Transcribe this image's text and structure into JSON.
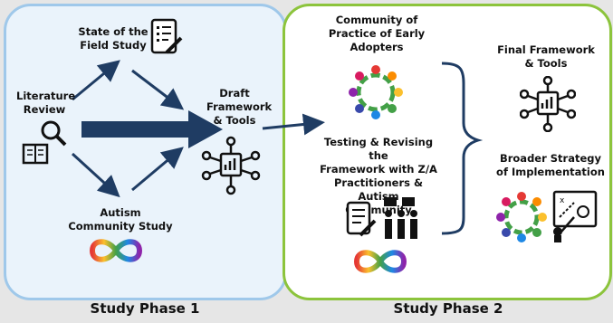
{
  "phase1": {
    "title": "Study Phase 1",
    "lit_review": "Literature\nReview",
    "state_field": "State of the\nField Study",
    "autism_study": "Autism\nCommunity Study",
    "draft": "Draft\nFramework\n& Tools"
  },
  "phase2": {
    "title": "Study Phase 2",
    "community": "Community of\nPractice of Early\nAdopters",
    "testing": "Testing & Revising the\nFramework with Z/A\nPractitioners & Autism\nCommunity",
    "final": "Final Framework\n& Tools",
    "broader": "Broader Strategy\nof Implementation"
  },
  "colors": {
    "arrow": "#1f3c63",
    "phase1_border": "#9fc8ea",
    "phase1_fill": "#eaf3fb",
    "phase2_border": "#8cc43c",
    "background": "#e6e6e6"
  },
  "icons": [
    "magnifier-book-icon",
    "document-pen-icon",
    "network-chart-icon",
    "infinity-rainbow-icon",
    "people-circle-icon",
    "team-discussion-icon",
    "strategy-board-icon"
  ]
}
